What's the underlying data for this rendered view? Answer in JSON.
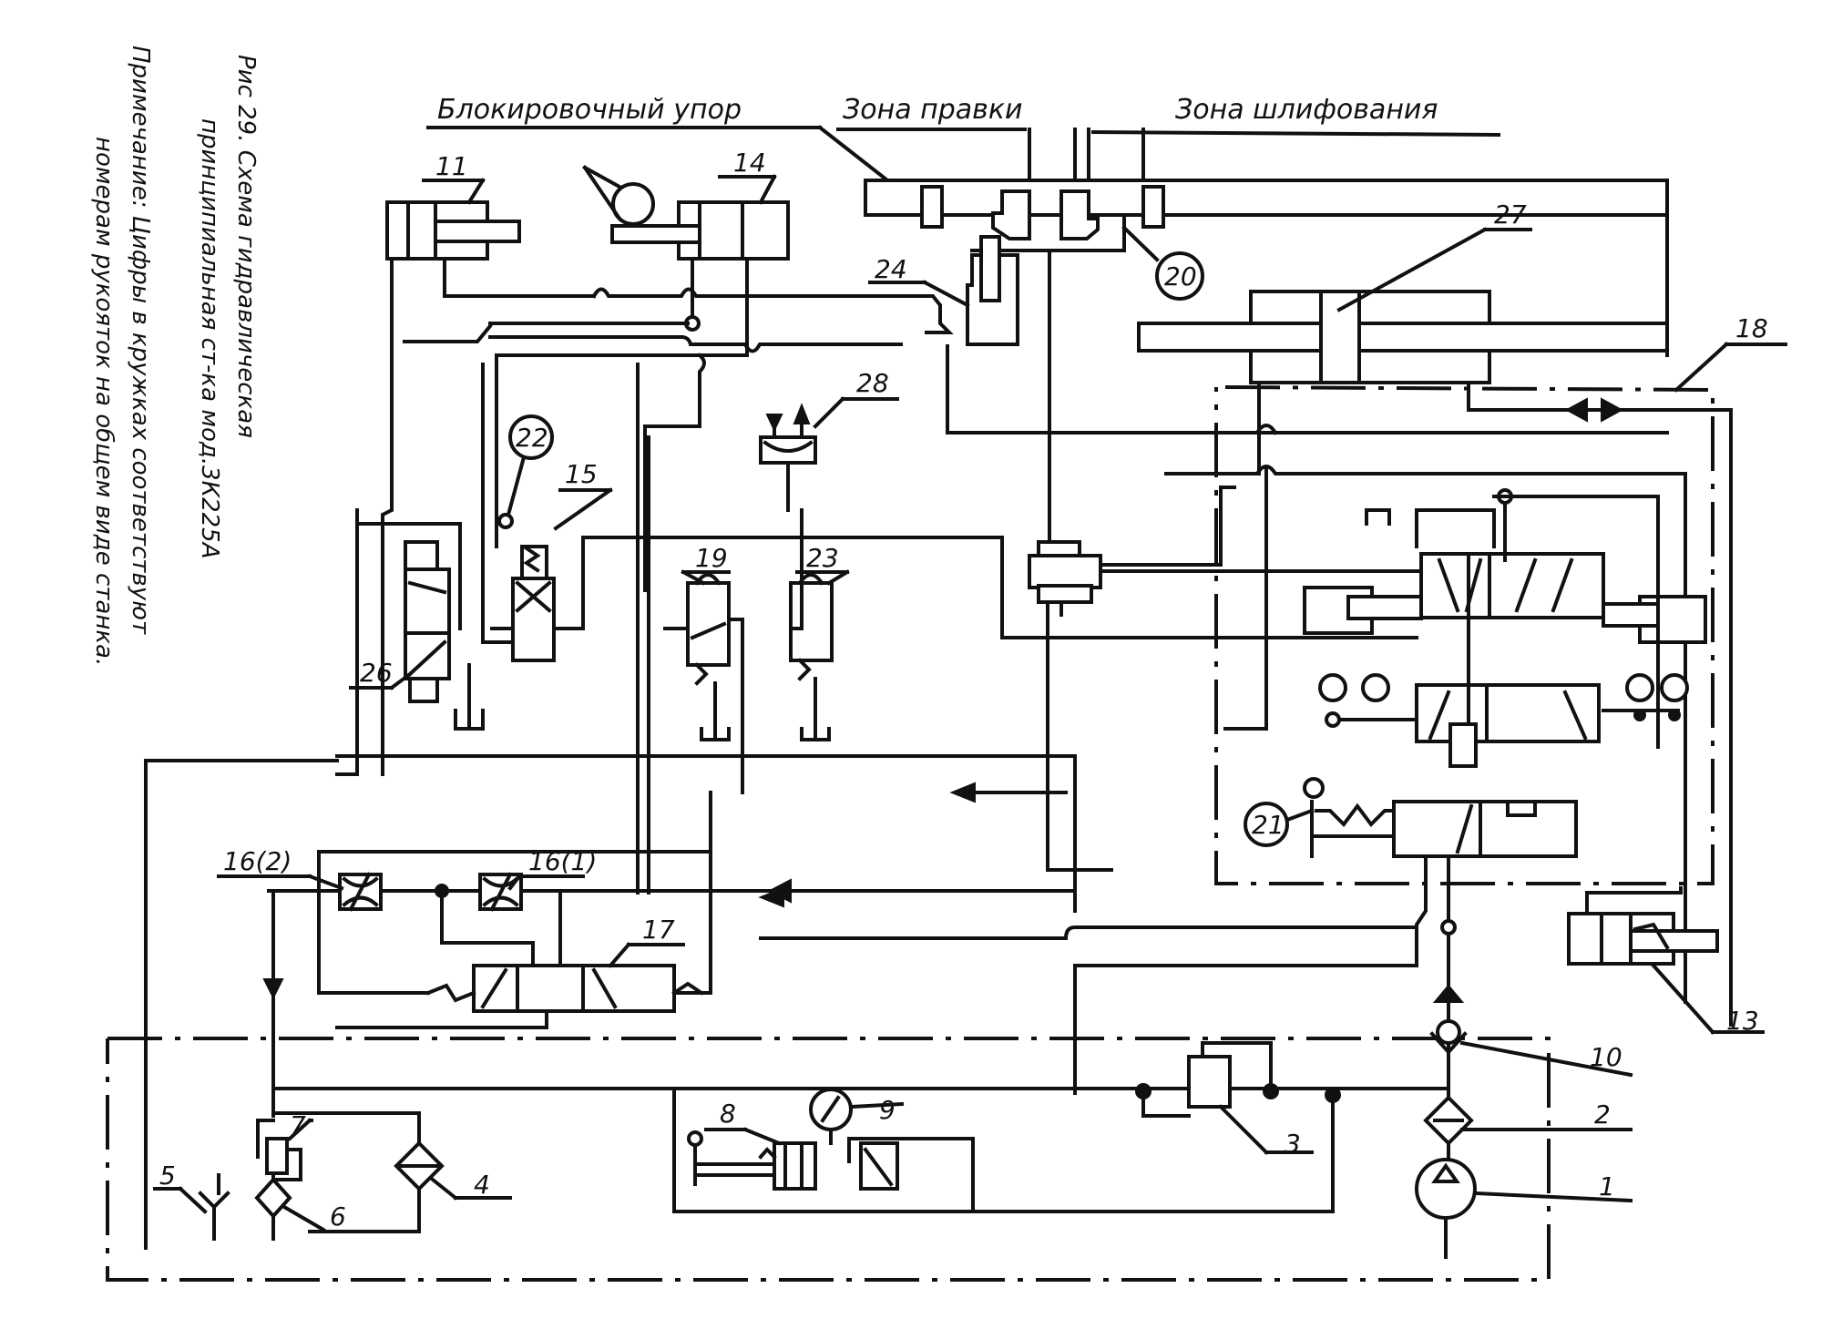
{
  "caption": {
    "title_line1": "Рис 29. Схема гидравлическая",
    "title_line2": "принципиальная ст-ка мод.3К225А",
    "note_line1": "Примечание: Цифры в кружках соответствуют",
    "note_line2": "номерам рукояток на общем виде станка."
  },
  "zones": {
    "blocking_stop": "Блокировочный упор",
    "dressing_zone": "Зона правки",
    "grinding_zone": "Зона шлифования"
  },
  "components": {
    "c1": "1",
    "c2": "2",
    "c3": "3",
    "c4": "4",
    "c5": "5",
    "c6": "6",
    "c7": "7",
    "c8": "8",
    "c9": "9",
    "c10": "10",
    "c11": "11",
    "c13": "13",
    "c14": "14",
    "c15": "15",
    "c16_1": "16(1)",
    "c16_2": "16(2)",
    "c17": "17",
    "c18": "18",
    "c19": "19",
    "c23": "23",
    "c24": "24",
    "c26": "26",
    "c27": "27",
    "c28": "28"
  },
  "handles": {
    "h20": "20",
    "h21": "21",
    "h22": "22"
  }
}
